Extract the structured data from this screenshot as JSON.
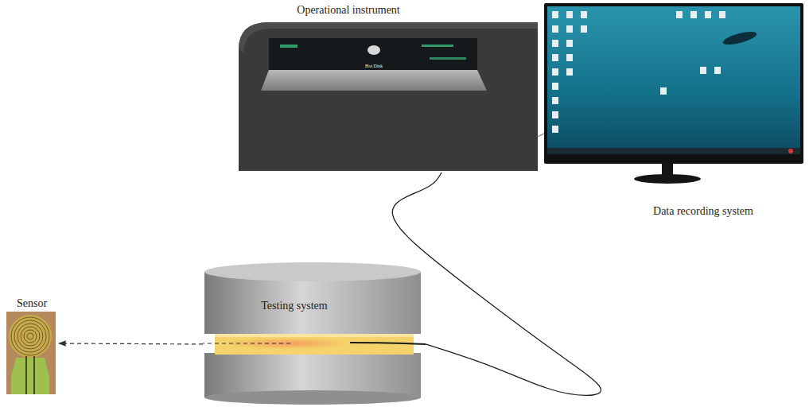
{
  "diagram": {
    "nodes": [
      {
        "text": [
          "Operational instrument",
          "Hot Disk"
        ]
      },
      {
        "text": [
          "Data recording system"
        ]
      },
      {
        "text": [
          "Testing system"
        ]
      },
      {
        "text": [
          "Sensor"
        ]
      }
    ],
    "edges": [
      {
        "from": 0,
        "to": 1,
        "arrow": "none"
      },
      {
        "from": 0,
        "to": 2,
        "arrow": "none"
      },
      {
        "from": 2,
        "to": 3,
        "arrow": "to"
      }
    ]
  }
}
